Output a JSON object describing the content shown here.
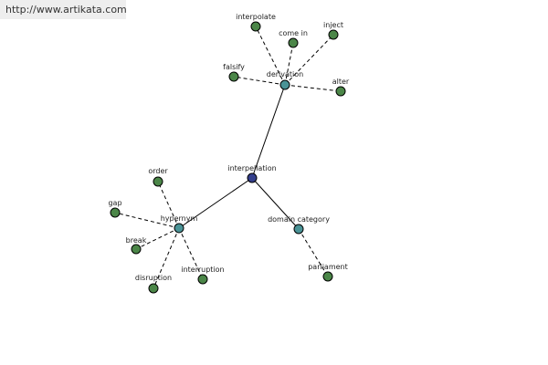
{
  "watermark": "http://www.artikata.com",
  "colors": {
    "center": "#343f8c",
    "hub": "#4a9396",
    "leaf": "#4b8648",
    "edge": "#000000"
  },
  "graph": {
    "nodes": [
      {
        "id": "interpellation",
        "label": "interpellation",
        "kind": "center"
      },
      {
        "id": "derivation",
        "label": "derivation",
        "kind": "hub"
      },
      {
        "id": "hypernym",
        "label": "hypernym",
        "kind": "hub"
      },
      {
        "id": "domain_category",
        "label": "domain category",
        "kind": "hub"
      },
      {
        "id": "interpolate",
        "label": "interpolate",
        "kind": "leaf"
      },
      {
        "id": "come_in",
        "label": "come in",
        "kind": "leaf"
      },
      {
        "id": "inject",
        "label": "inject",
        "kind": "leaf"
      },
      {
        "id": "falsify",
        "label": "falsify",
        "kind": "leaf"
      },
      {
        "id": "alter",
        "label": "alter",
        "kind": "leaf"
      },
      {
        "id": "order",
        "label": "order",
        "kind": "leaf"
      },
      {
        "id": "gap",
        "label": "gap",
        "kind": "leaf"
      },
      {
        "id": "break",
        "label": "break",
        "kind": "leaf"
      },
      {
        "id": "disruption",
        "label": "disruption",
        "kind": "leaf"
      },
      {
        "id": "interruption",
        "label": "interruption",
        "kind": "leaf"
      },
      {
        "id": "parliament",
        "label": "parliament",
        "kind": "leaf"
      }
    ],
    "edges": [
      {
        "from": "interpellation",
        "to": "derivation",
        "style": "solid"
      },
      {
        "from": "interpellation",
        "to": "hypernym",
        "style": "solid"
      },
      {
        "from": "interpellation",
        "to": "domain_category",
        "style": "solid"
      },
      {
        "from": "derivation",
        "to": "interpolate",
        "style": "dashed"
      },
      {
        "from": "derivation",
        "to": "come_in",
        "style": "dashed"
      },
      {
        "from": "derivation",
        "to": "inject",
        "style": "dashed"
      },
      {
        "from": "derivation",
        "to": "falsify",
        "style": "dashed"
      },
      {
        "from": "derivation",
        "to": "alter",
        "style": "dashed"
      },
      {
        "from": "hypernym",
        "to": "order",
        "style": "dashed"
      },
      {
        "from": "hypernym",
        "to": "gap",
        "style": "dashed"
      },
      {
        "from": "hypernym",
        "to": "break",
        "style": "dashed"
      },
      {
        "from": "hypernym",
        "to": "disruption",
        "style": "dashed"
      },
      {
        "from": "hypernym",
        "to": "interruption",
        "style": "dashed"
      },
      {
        "from": "domain_category",
        "to": "parliament",
        "style": "dashed"
      }
    ]
  }
}
